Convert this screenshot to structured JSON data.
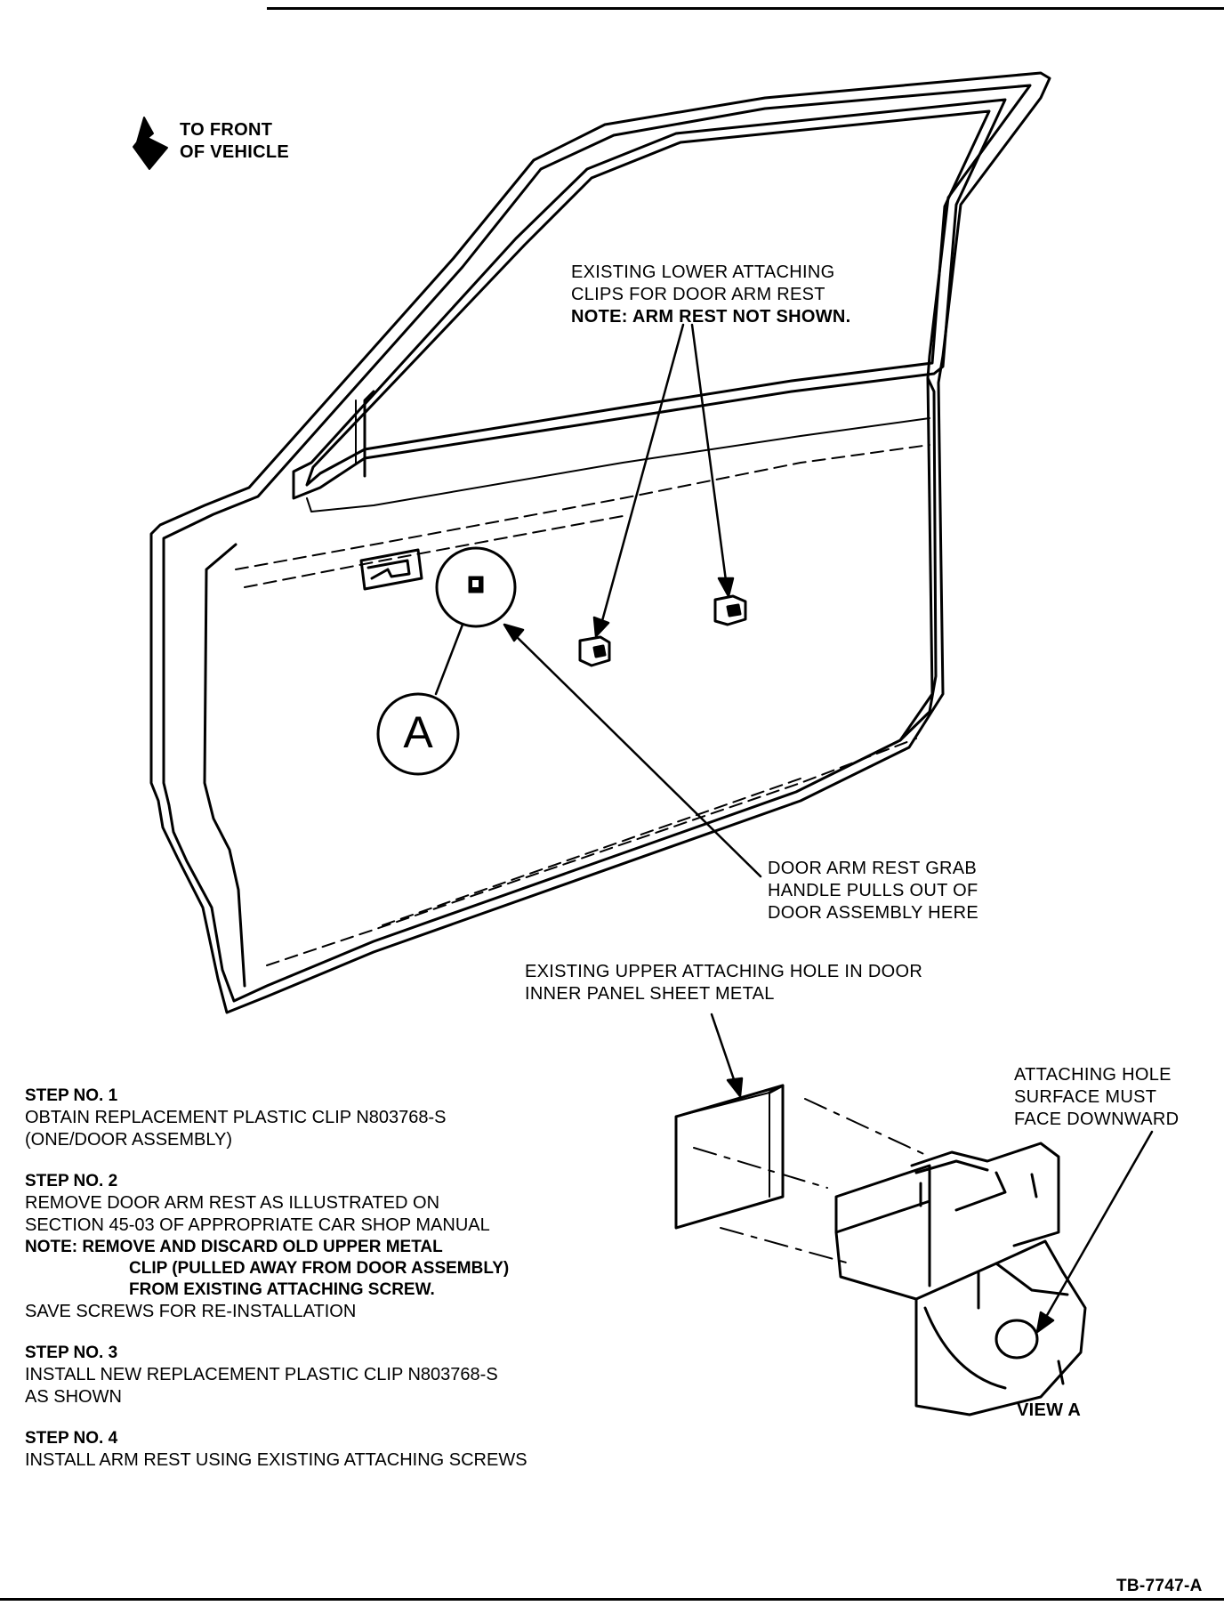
{
  "direction": {
    "line1": "TO FRONT",
    "line2": "OF VEHICLE",
    "icon": "arrow-up-left-icon"
  },
  "callout_lower_clips": {
    "line1": "EXISTING LOWER ATTACHING",
    "line2": "CLIPS FOR DOOR ARM REST",
    "note": "NOTE:  ARM REST NOT SHOWN."
  },
  "callout_grab_handle": {
    "line1": "DOOR ARM REST GRAB",
    "line2": "HANDLE PULLS OUT OF",
    "line3": "DOOR ASSEMBLY HERE"
  },
  "detail_marker": "A",
  "callout_upper_hole": {
    "line1": "EXISTING UPPER ATTACHING HOLE IN DOOR",
    "line2": "INNER PANEL SHEET METAL"
  },
  "callout_attaching_hole": {
    "line1": "ATTACHING HOLE",
    "line2": "SURFACE MUST",
    "line3": "FACE DOWNWARD"
  },
  "view_label": "VIEW A",
  "steps": [
    {
      "title": "STEP NO. 1",
      "line1": "OBTAIN REPLACEMENT PLASTIC CLIP N803768-S",
      "line2": "(ONE/DOOR ASSEMBLY)"
    },
    {
      "title": "STEP NO. 2",
      "line1": "REMOVE DOOR ARM REST AS ILLUSTRATED ON",
      "line2": "SECTION 45-03 OF APPROPRIATE CAR SHOP MANUAL",
      "note1": "NOTE:  REMOVE AND DISCARD OLD UPPER METAL",
      "note2": "CLIP (PULLED AWAY FROM DOOR ASSEMBLY)",
      "note3": "FROM EXISTING ATTACHING SCREW.",
      "line3": "SAVE SCREWS FOR RE-INSTALLATION"
    },
    {
      "title": "STEP NO. 3",
      "line1": "INSTALL NEW REPLACEMENT PLASTIC CLIP N803768-S",
      "line2": "AS SHOWN"
    },
    {
      "title": "STEP NO. 4",
      "line1": "INSTALL ARM REST USING EXISTING ATTACHING SCREWS"
    }
  ],
  "figure_id": "TB-7747-A"
}
